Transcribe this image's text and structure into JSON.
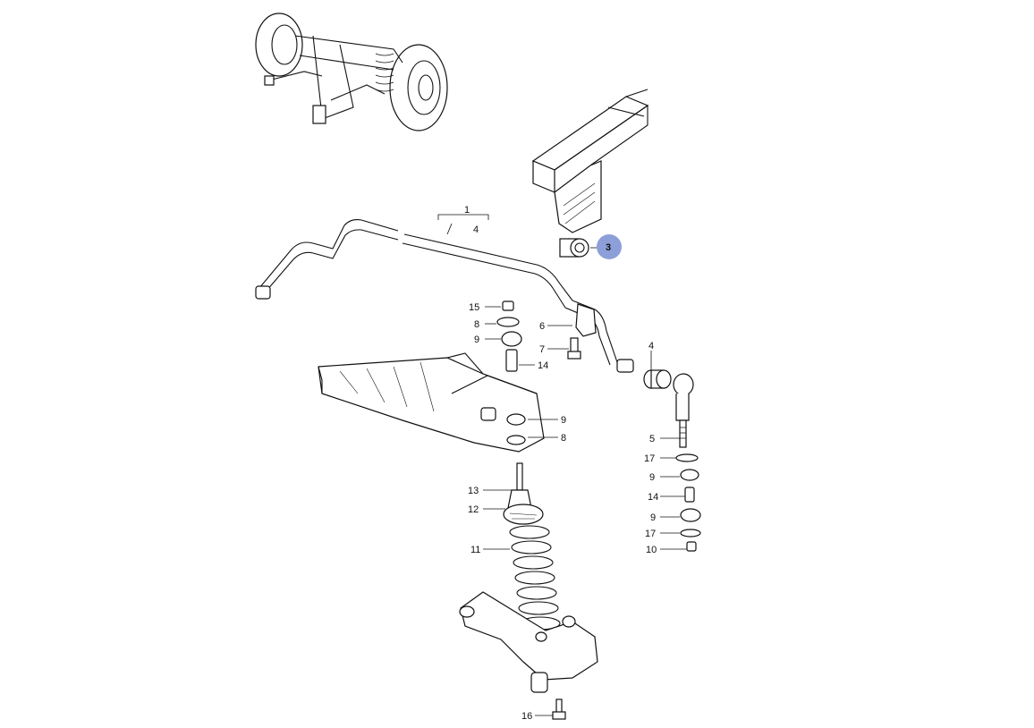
{
  "diagram": {
    "highlight_color": "#8c9fd8",
    "highlighted_part": "3",
    "callouts": {
      "c1": "1",
      "c4a": "4",
      "c3": "3",
      "c15": "15",
      "c8a": "8",
      "c9a": "9",
      "c6": "6",
      "c7": "7",
      "c14a": "14",
      "c4b": "4",
      "c9b": "9",
      "c8b": "8",
      "c5": "5",
      "c17a": "17",
      "c9c": "9",
      "c14b": "14",
      "c9d": "9",
      "c17b": "17",
      "c10": "10",
      "c13": "13",
      "c12": "12",
      "c11": "11",
      "c16": "16"
    }
  }
}
